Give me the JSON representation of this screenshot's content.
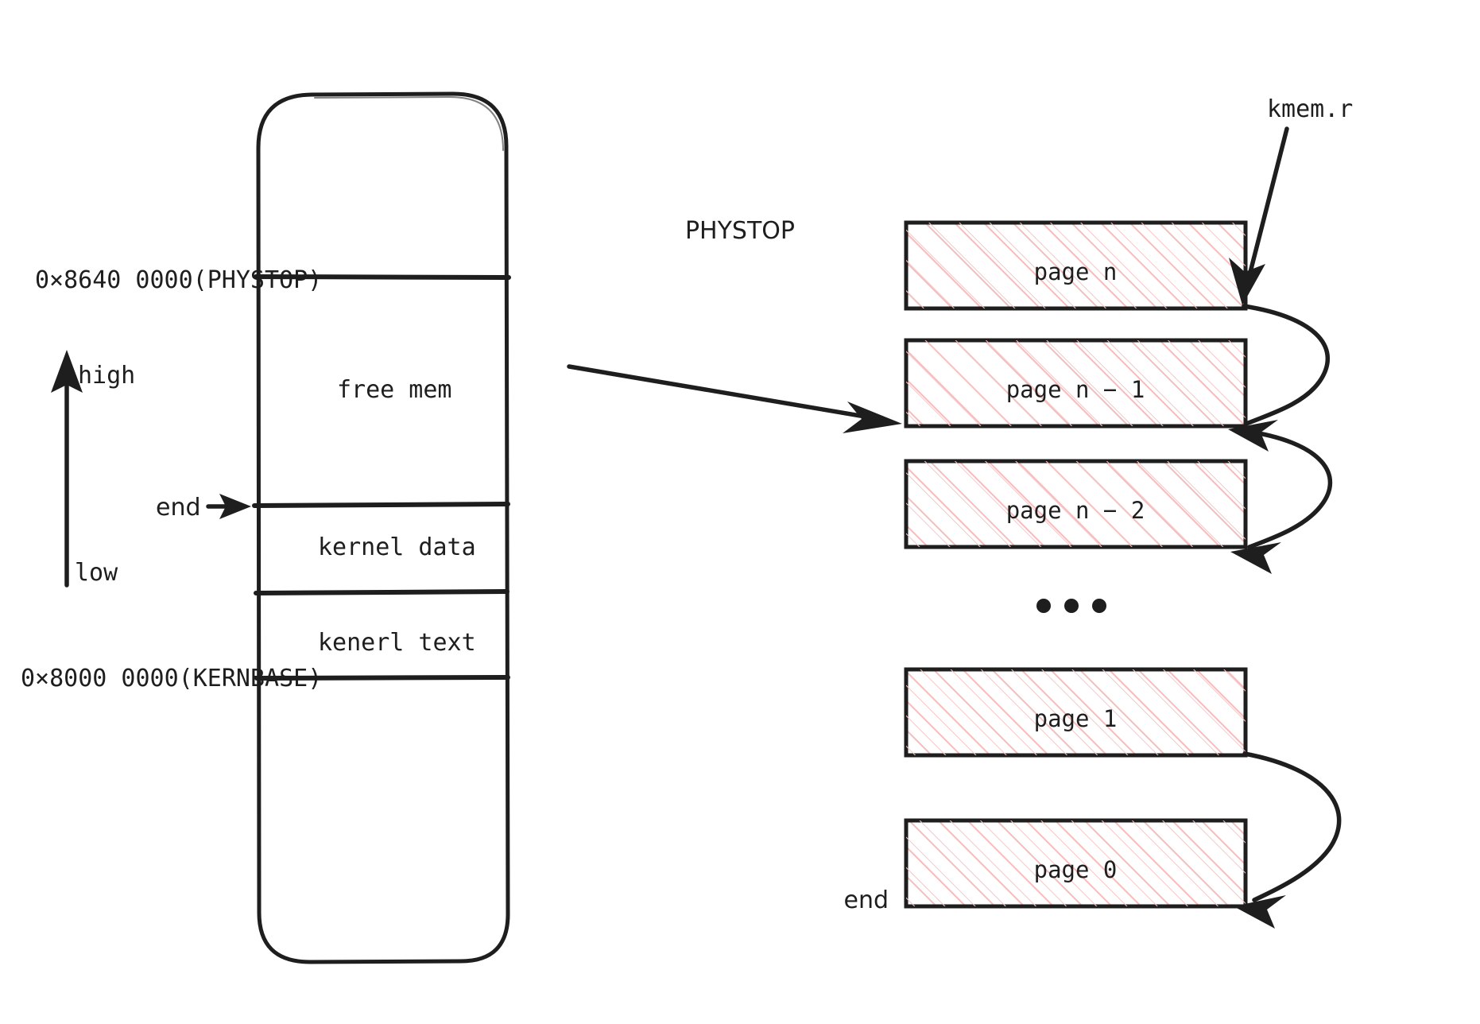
{
  "diagram": {
    "title": "xv6 kernel physical memory layout and free page list",
    "left_axis": {
      "high_label": "high",
      "low_label": "low",
      "direction": "upward-arrow"
    },
    "left_addresses": [
      {
        "text": "0×8640 0000(PHYSTOP)",
        "name": "address-phystop"
      },
      {
        "text": "0×8000 0000(KERNBASE)",
        "name": "address-kernbase"
      }
    ],
    "end_pointer_label": "end",
    "memory_regions": [
      {
        "label": "free mem",
        "name": "region-free-mem"
      },
      {
        "label": "kernel data",
        "name": "region-kernel-data"
      },
      {
        "label": "kenerl text",
        "name": "region-kernel-text"
      }
    ],
    "right_panel": {
      "top_marker": "PHYSTOP",
      "bottom_marker": "end",
      "freelist_pointer": "kmem.r",
      "ellipsis": "• • •",
      "pages": [
        {
          "label": "page n",
          "name": "page-box-n"
        },
        {
          "label": "page n − 1",
          "name": "page-box-n-1"
        },
        {
          "label": "page n − 2",
          "name": "page-box-n-2"
        },
        {
          "label": "page 1",
          "name": "page-box-1"
        },
        {
          "label": "page 0",
          "name": "page-box-0"
        }
      ]
    },
    "colors": {
      "stroke": "#1e1e1e",
      "hatch": "#f5b8b8",
      "background": "#ffffff"
    }
  }
}
